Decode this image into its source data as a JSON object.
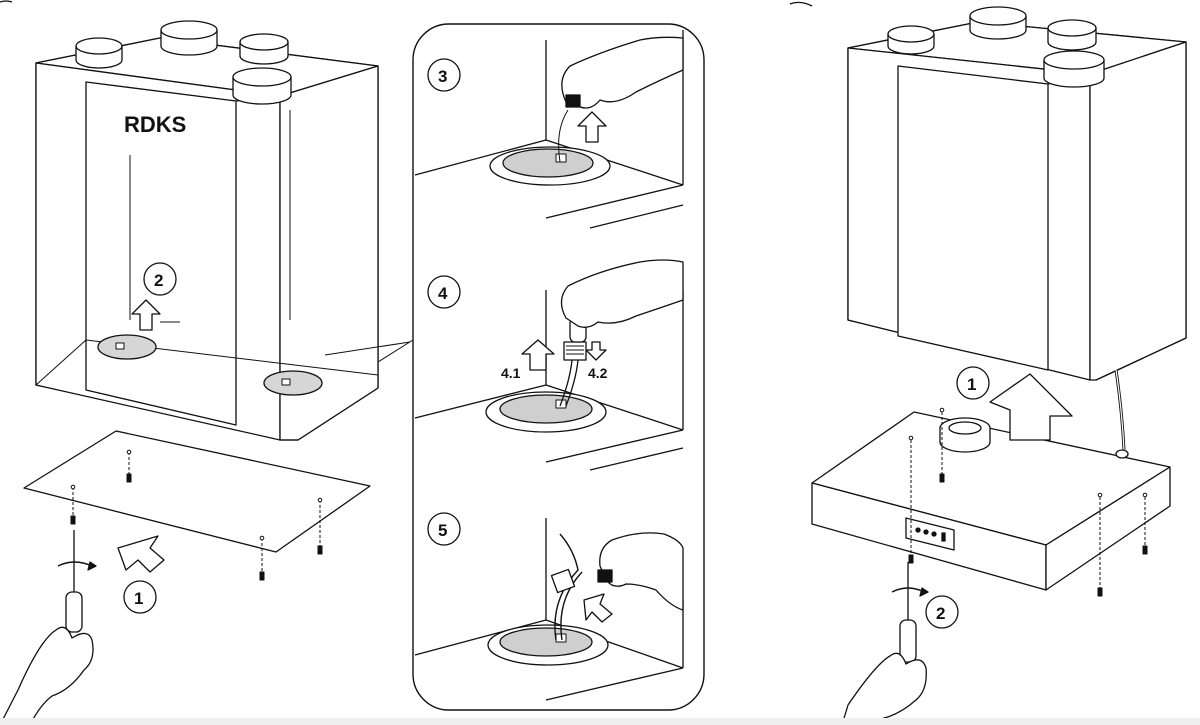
{
  "diagram": {
    "brand_label": "RDKS",
    "left_panel": {
      "step_remove_cover": "1",
      "step_remove_plug": "2"
    },
    "middle_panel": {
      "steps": [
        {
          "number": "3"
        },
        {
          "number": "4",
          "sub_left": "4.1",
          "sub_right": "4.2"
        },
        {
          "number": "5"
        }
      ]
    },
    "right_panel": {
      "step_lift_unit": "1",
      "step_screw_base": "2"
    },
    "colors": {
      "line": "#111111",
      "fill": "#ffffff",
      "disc": "#cfcfcf"
    },
    "icons": [
      "hand-icon",
      "screwdriver-icon",
      "arrow-icon",
      "screw-icon",
      "cable-plug-icon"
    ]
  }
}
